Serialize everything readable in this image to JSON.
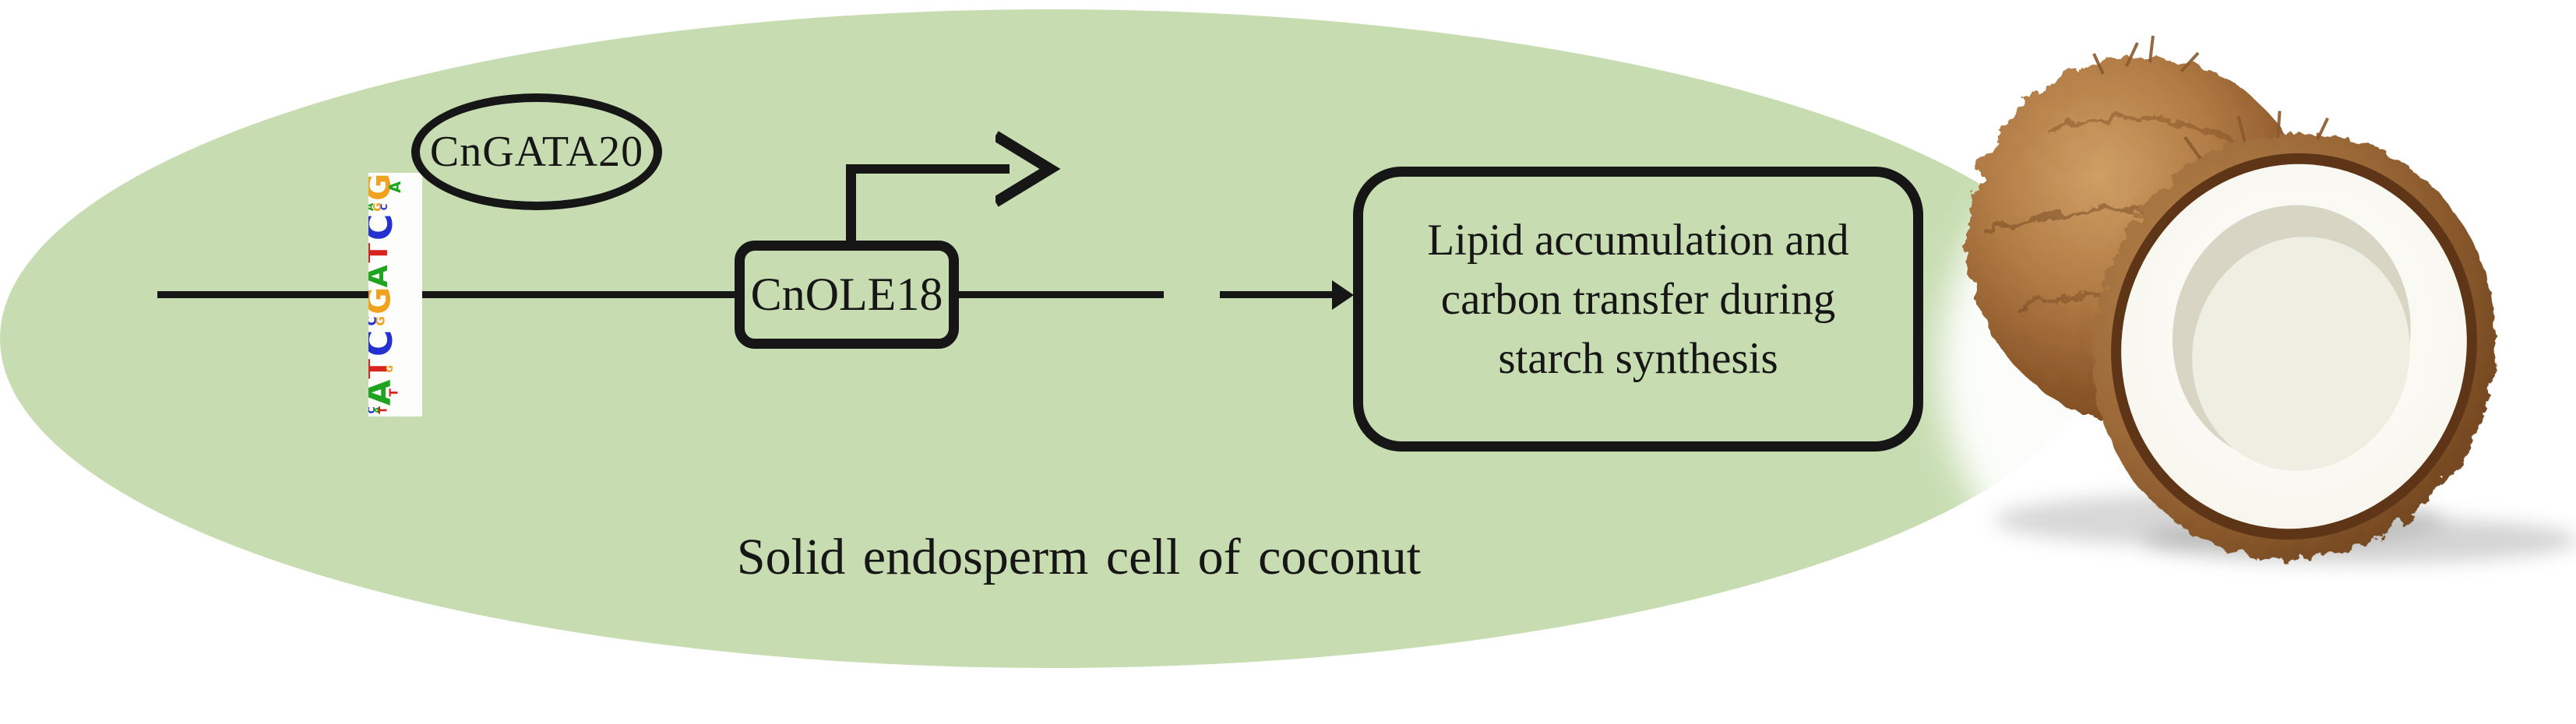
{
  "figure": {
    "caption": "Solid endosperm cell of coconut",
    "cell_fill_color": "#c7ddb1",
    "ink_color": "#161616"
  },
  "transcription_factor": {
    "label": "CnGATA20"
  },
  "gene": {
    "label": "CnOLE18"
  },
  "outcome_box": {
    "line1": "Lipid accumulation and",
    "line2": "carbon transfer during",
    "line3": "starch synthesis"
  },
  "motif_logo": {
    "icon": "dna-sequence-logo",
    "orientation": "vertical-rotated",
    "base_colors": {
      "A": "#1fa41f",
      "C": "#2430cf",
      "G": "#f0a11e",
      "T": "#d8231f"
    },
    "positions": [
      {
        "h": 11,
        "letters": [
          {
            "b": "G",
            "s": 1.0
          },
          {
            "b": "A",
            "s": 0.45
          }
        ]
      },
      {
        "h": 6,
        "letters": [
          {
            "b": "A",
            "s": 0.55
          },
          {
            "b": "G",
            "s": 0.6
          },
          {
            "b": "C",
            "s": 0.5
          }
        ]
      },
      {
        "h": 12,
        "letters": [
          {
            "b": "C",
            "s": 1.0
          }
        ]
      },
      {
        "h": 10,
        "letters": [
          {
            "b": "T",
            "s": 0.95
          }
        ]
      },
      {
        "h": 10,
        "letters": [
          {
            "b": "A",
            "s": 0.95
          }
        ]
      },
      {
        "h": 11,
        "letters": [
          {
            "b": "G",
            "s": 1.0
          }
        ]
      },
      {
        "h": 7,
        "letters": [
          {
            "b": "C",
            "s": 0.6
          },
          {
            "b": "G",
            "s": 0.55
          }
        ]
      },
      {
        "h": 12,
        "letters": [
          {
            "b": "C",
            "s": 1.0
          }
        ]
      },
      {
        "h": 10,
        "letters": [
          {
            "b": "T",
            "s": 0.95
          },
          {
            "b": "G",
            "s": 0.3
          }
        ]
      },
      {
        "h": 11,
        "letters": [
          {
            "b": "A",
            "s": 1.0
          },
          {
            "b": "T",
            "s": 0.35
          }
        ]
      },
      {
        "h": 4,
        "letters": [
          {
            "b": "C",
            "s": 0.8
          },
          {
            "b": "A",
            "s": 0.7
          },
          {
            "b": "T",
            "s": 0.9
          }
        ]
      }
    ]
  },
  "coconut": {
    "icon": "coconut-photo",
    "colors": {
      "husk": "#aa7340",
      "husk_dark": "#7e4d22",
      "shell": "#5f3517",
      "flesh": "#fafaf5",
      "hollow": "#efeee2"
    }
  }
}
